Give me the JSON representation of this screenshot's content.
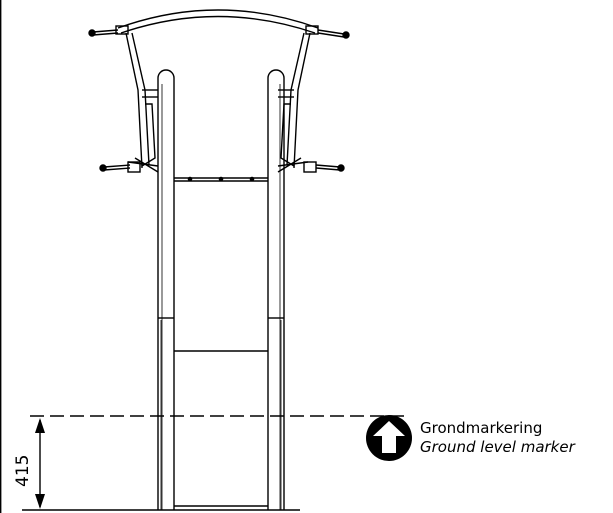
{
  "dimension": {
    "value": "415"
  },
  "ground_marker": {
    "label_nl": "Grondmarkering",
    "label_en": "Ground level marker",
    "icon": "up-arrow-circle-icon"
  },
  "colors": {
    "line": "#000000",
    "background": "#ffffff"
  }
}
